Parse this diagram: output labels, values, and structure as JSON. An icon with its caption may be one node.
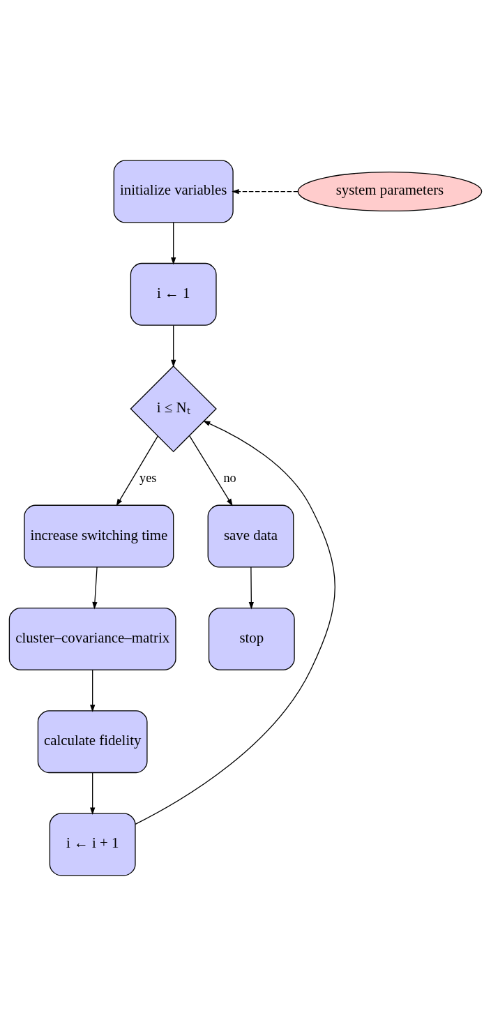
{
  "diagram": {
    "nodes": [
      {
        "text": [
          "initialize variables"
        ]
      },
      {
        "text": [
          "system parameters"
        ]
      },
      {
        "text": [
          "i ← 1"
        ]
      },
      {
        "text": [
          "i ≤ Nₜ"
        ]
      },
      {
        "text": [
          "increase switching time"
        ]
      },
      {
        "text": [
          "save data"
        ]
      },
      {
        "text": [
          "cluster–covariance–matrix"
        ]
      },
      {
        "text": [
          "stop"
        ]
      },
      {
        "text": [
          "calculate fidelity"
        ]
      },
      {
        "text": [
          "i ← i + 1"
        ]
      }
    ],
    "edges": [
      {
        "from": 1,
        "to": 0,
        "arrow": "to",
        "style": "dashed"
      },
      {
        "from": 0,
        "to": 2,
        "arrow": "to"
      },
      {
        "from": 2,
        "to": 3,
        "arrow": "to"
      },
      {
        "from": 3,
        "to": 4,
        "arrow": "to",
        "label": "yes"
      },
      {
        "from": 3,
        "to": 5,
        "arrow": "to",
        "label": "no"
      },
      {
        "from": 4,
        "to": 6,
        "arrow": "to"
      },
      {
        "from": 5,
        "to": 7,
        "arrow": "to"
      },
      {
        "from": 6,
        "to": 8,
        "arrow": "to"
      },
      {
        "from": 8,
        "to": 9,
        "arrow": "to"
      },
      {
        "from": 9,
        "to": 3,
        "arrow": "to"
      }
    ]
  }
}
